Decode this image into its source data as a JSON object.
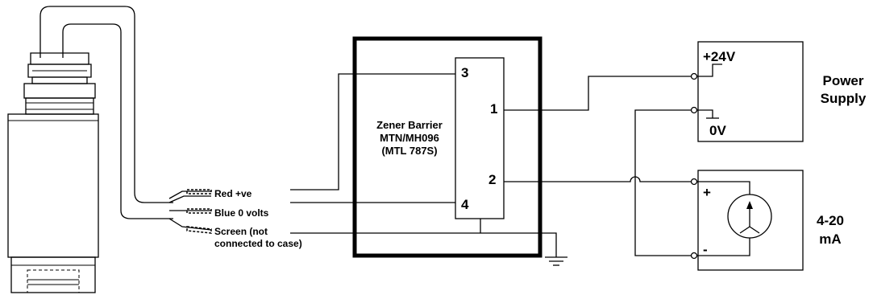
{
  "wire_labels": {
    "red": "Red +ve",
    "blue": "Blue 0 volts",
    "screen_line1": "Screen (not",
    "screen_line2": "connected to case)"
  },
  "barrier": {
    "title_line1": "Zener Barrier",
    "title_line2": "MTN/MH096",
    "title_line3": "(MTL 787S)",
    "pins": {
      "p3": "3",
      "p1": "1",
      "p2": "2",
      "p4": "4"
    }
  },
  "power_supply": {
    "plus_label": "+24V",
    "zero_label": "0V",
    "name_line1": "Power",
    "name_line2": "Supply"
  },
  "meter": {
    "plus": "+",
    "minus": "-",
    "name_line1": "4-20",
    "name_line2": "mA"
  }
}
